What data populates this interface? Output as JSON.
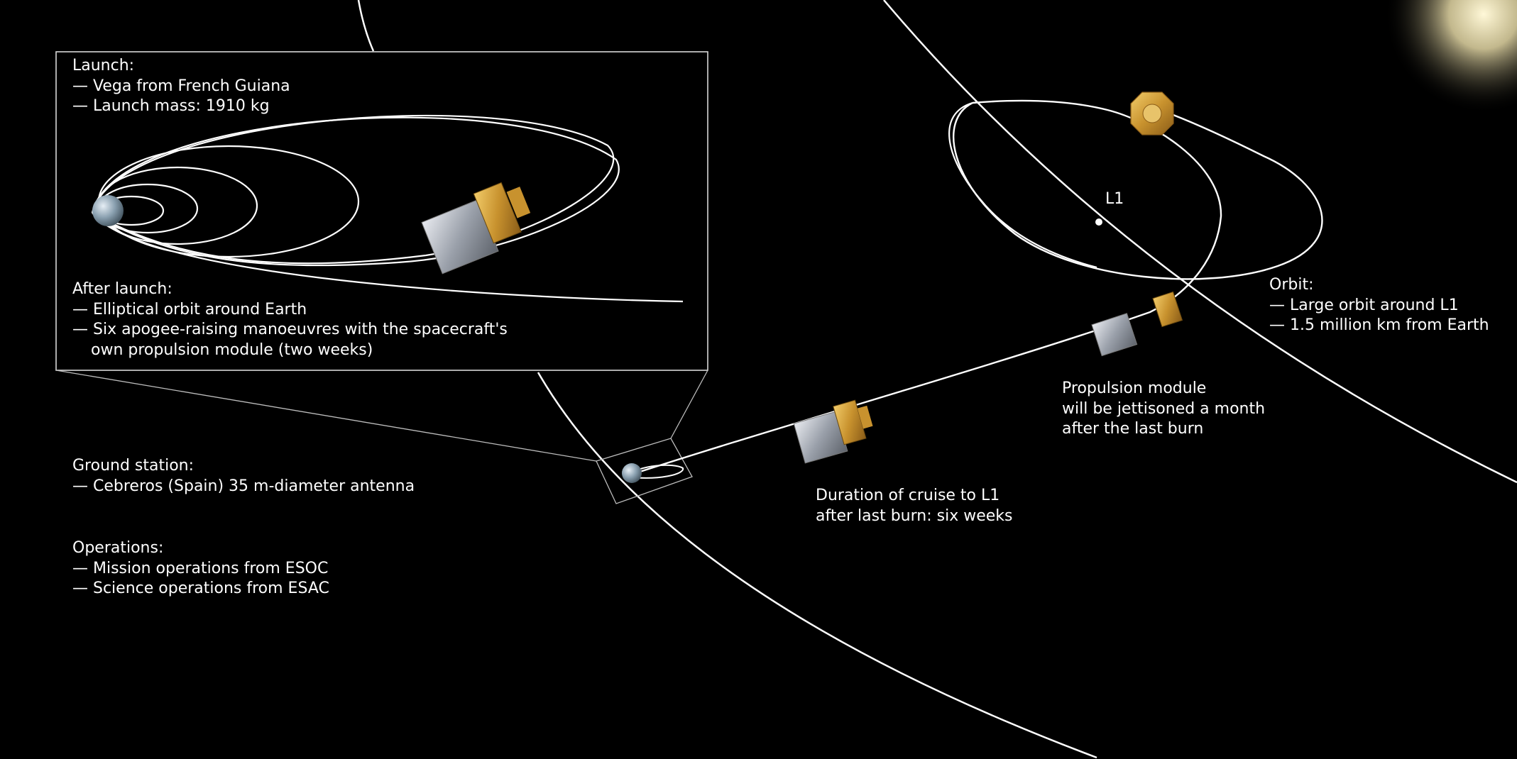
{
  "launch": {
    "title": "Launch:",
    "items": [
      "— Vega from French Guiana",
      "— Launch mass: 1910 kg"
    ]
  },
  "after_launch": {
    "title": "After launch:",
    "items": [
      "— Elliptical orbit around Earth",
      "— Six apogee-raising manoeuvres with the spacecraft's",
      "own propulsion module (two weeks)"
    ]
  },
  "ground_station": {
    "title": "Ground station:",
    "items": [
      "— Cebreros (Spain) 35 m-diameter antenna"
    ]
  },
  "operations": {
    "title": "Operations:",
    "items": [
      "— Mission operations from ESOC",
      "— Science operations from ESAC"
    ]
  },
  "cruise": {
    "lines": [
      "Duration of cruise to L1",
      "after last burn: six weeks"
    ]
  },
  "propulsion": {
    "lines": [
      "Propulsion module",
      "will be jettisoned a month",
      "after the last burn"
    ]
  },
  "orbit": {
    "title": "Orbit:",
    "items": [
      "— Large orbit around L1",
      "— 1.5 million km from Earth"
    ]
  },
  "l1_point": "L1",
  "colors": {
    "background": "#000000",
    "lines": "#ffffff",
    "spacecraft_gold": "#d4a23a",
    "module_silver": "#b8bcc4"
  }
}
